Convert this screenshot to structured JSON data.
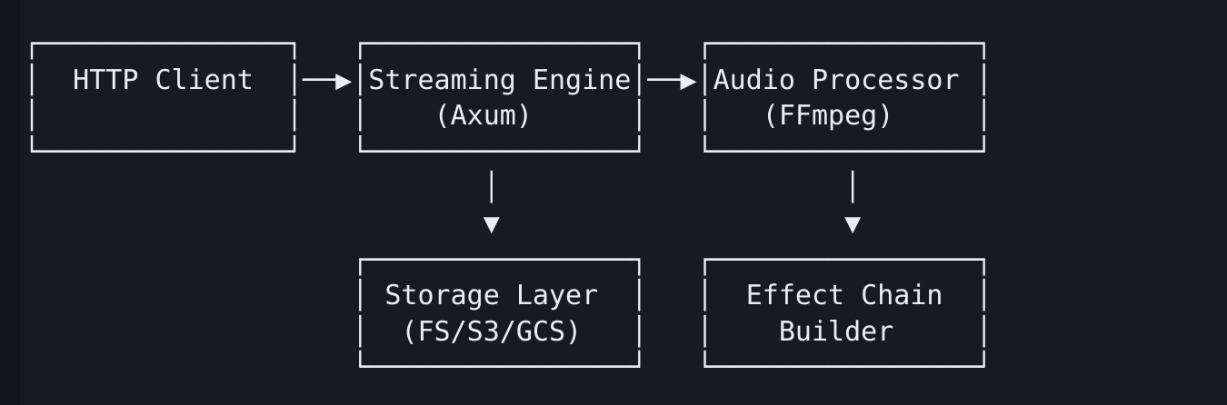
{
  "diagram": {
    "type": "ascii-architecture-diagram",
    "title": "Audio streaming service architecture",
    "colors": {
      "background": "#161b22",
      "gutter": "#10141b",
      "foreground": "#e9edf5"
    },
    "nodes": [
      {
        "id": "http-client",
        "lines": [
          "HTTP Client",
          ""
        ],
        "row": "top",
        "column": 1
      },
      {
        "id": "streaming-engine",
        "lines": [
          "Streaming Engine",
          "(Axum)"
        ],
        "row": "top",
        "column": 2
      },
      {
        "id": "audio-processor",
        "lines": [
          "Audio Processor",
          "(FFmpeg)"
        ],
        "row": "top",
        "column": 3
      },
      {
        "id": "storage-layer",
        "lines": [
          "Storage Layer",
          "(FS/S3/GCS)"
        ],
        "row": "bottom",
        "column": 2
      },
      {
        "id": "effect-chain-builder",
        "lines": [
          "Effect Chain",
          "Builder"
        ],
        "row": "bottom",
        "column": 3
      }
    ],
    "edges": [
      {
        "id": "edge-client-to-engine",
        "from": "http-client",
        "to": "streaming-engine",
        "glyph": "──▶",
        "direction": "right"
      },
      {
        "id": "edge-engine-to-processor",
        "from": "streaming-engine",
        "to": "audio-processor",
        "glyph": "──▶",
        "direction": "right"
      },
      {
        "id": "edge-engine-to-storage",
        "from": "streaming-engine",
        "to": "storage-layer",
        "glyph": "│▼",
        "direction": "down"
      },
      {
        "id": "edge-processor-to-effects",
        "from": "audio-processor",
        "to": "effect-chain-builder",
        "glyph": "│▼",
        "direction": "down"
      }
    ],
    "art": [
      "┌───────────────┐   ┌────────────────┐   ┌────────────────┐",
      "│  HTTP Client  │──▶│Streaming Engine│──▶│Audio Processor │",
      "│               │   │    (Axum)      │   │   (FFmpeg)     │",
      "└───────────────┘   └────────────────┘   └────────────────┘",
      "                            │                     │        ",
      "                            ▼                     ▼        ",
      "                    ┌────────────────┐   ┌────────────────┐",
      "                    │ Storage Layer  │   │  Effect Chain  │",
      "                    │  (FS/S3/GCS)   │   │    Builder     │",
      "                    └────────────────┘   └────────────────┘"
    ]
  }
}
